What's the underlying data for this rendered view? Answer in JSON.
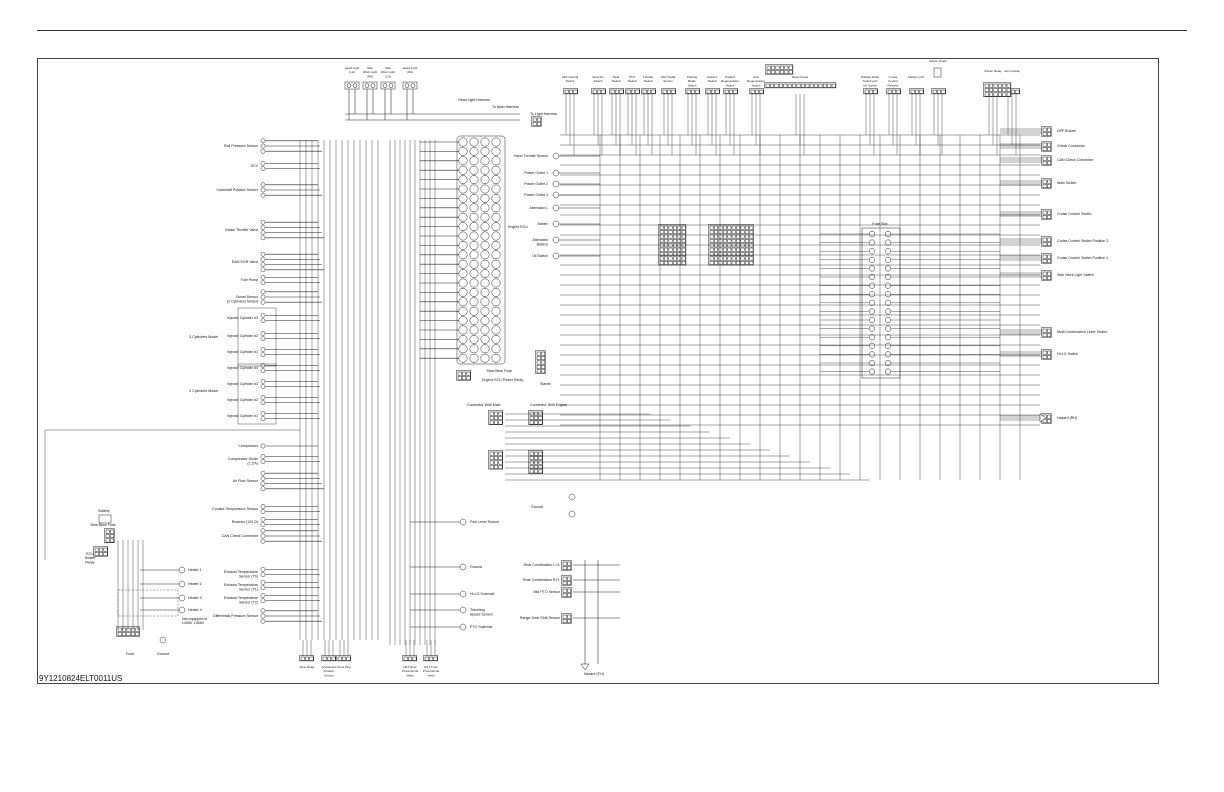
{
  "figure_id": "9Y1210824ELT0011US",
  "left_components": [
    {
      "key": "rail_pressure",
      "label": "Rail Pressure Sensor"
    },
    {
      "key": "scv",
      "label": "SCV"
    },
    {
      "key": "camshaft",
      "label": "Camshaft Position Sensor"
    },
    {
      "key": "intake_throttle",
      "label": "Intake Throttle Valve"
    },
    {
      "key": "egr",
      "label": "EAM EGR Valve"
    },
    {
      "key": "fuel_pump",
      "label": "Fuel Pump"
    },
    {
      "key": "boost",
      "label": "Boost Sensor\n(3 Cylinders Model)"
    },
    {
      "key": "inj3_3",
      "label": "Injector Cylinder #3"
    },
    {
      "key": "inj3_2",
      "label": "Injector Cylinder #2"
    },
    {
      "key": "inj3_1",
      "label": "Injector Cylinder #1"
    },
    {
      "key": "inj4_4",
      "label": "Injector Cylinder #4"
    },
    {
      "key": "inj4_3",
      "label": "Injector Cylinder #3"
    },
    {
      "key": "inj4_2",
      "label": "Injector Cylinder #2"
    },
    {
      "key": "inj4_1",
      "label": "Injector Cylinder #1"
    },
    {
      "key": "compressor",
      "label": "Compressor"
    },
    {
      "key": "comp_diode",
      "label": "Compressor Diode\n(1.5 A)"
    },
    {
      "key": "air_flow",
      "label": "Air Flow Sensor"
    },
    {
      "key": "coolant_temp",
      "label": "Coolant Temperature Sensor"
    },
    {
      "key": "resistor",
      "label": "Resistor (120 Ω)"
    },
    {
      "key": "can_check",
      "label": "CAN Check Connector"
    },
    {
      "key": "exh1",
      "label": "Exhaust Temperature\nSensor (T0)"
    },
    {
      "key": "exh2",
      "label": "Exhaust Temperature\nSensor (T1)"
    },
    {
      "key": "exh3",
      "label": "Exhaust Temperature\nSensor (T2)"
    },
    {
      "key": "diff_pressure",
      "label": "Differential Pressure Sensor"
    }
  ],
  "model_groups": {
    "three": "3 Cylinders Model",
    "four": "4 Cylinders Model"
  },
  "heaters": [
    "Heater 1",
    "Heater 2",
    "Heater 3",
    "Heater 4"
  ],
  "bottom_left": {
    "battery": "Battery",
    "slow_blow": "Slow Blow Fuse",
    "ecu_relay": "ECU\nHeater\nRelay",
    "fuse": "Fuse",
    "ground": "Ground",
    "not_equipped": "Not equipped in\nL4060, L5060"
  },
  "bottom_center": [
    {
      "key": "glow_relay",
      "label": "Glow Relay"
    },
    {
      "key": "accel",
      "label": "Accelerator\nPosition\nSensor"
    },
    {
      "key": "glow_plug",
      "label": "Glow Plug"
    },
    {
      "key": "hst_rear",
      "label": "HST Rear\nProportional\nValve"
    },
    {
      "key": "hst_front",
      "label": "HST Front\nProportional\nValve"
    }
  ],
  "top_left": [
    {
      "key": "head_lh",
      "label": "Head Light\n(LH)"
    },
    {
      "key": "side_rh",
      "label": "Side\nWork Light\n(RH)"
    },
    {
      "key": "side_lh",
      "label": "Side\nWork Light\n(LH)"
    },
    {
      "key": "head_rh",
      "label": "Head Light\n(RH)"
    }
  ],
  "harness": {
    "head_light": "Head Light Harness",
    "to_main": "To Main Harness",
    "to_light": "To Light Harness"
  },
  "engine_ecu": "Engine ECU",
  "ecu_power_relay": "Engine ECU Power Relay",
  "connector_main": "Connector With Main",
  "connector_engine": "Connector With Engine",
  "slow_blow_fuse": "Slow Blow Fuse",
  "starter_mid": "Starter",
  "center_components": [
    {
      "key": "hand_throttle",
      "label": "Hand Throttle Sensor"
    },
    {
      "key": "outlet1",
      "label": "Power Outlet 1"
    },
    {
      "key": "outlet2",
      "label": "Power Outlet 2"
    },
    {
      "key": "outlet3",
      "label": "Power Outlet 3"
    },
    {
      "key": "alternator_l",
      "label": "Alternator L"
    },
    {
      "key": "starter",
      "label": "Starter"
    },
    {
      "key": "alternator",
      "label": "Alternator\nBattery"
    },
    {
      "key": "oil",
      "label": "Oil Switch"
    }
  ],
  "center_lower": [
    {
      "key": "fuel_level",
      "label": "Fuel Level Sensor"
    },
    {
      "key": "ground_c",
      "label": "Ground"
    },
    {
      "key": "hilo_sol",
      "label": "Hi-LO Solenoid"
    },
    {
      "key": "speed",
      "label": "Traveling\nSpeed Sensor"
    },
    {
      "key": "pto_sol",
      "label": "PTO Solenoid"
    },
    {
      "key": "ground_r",
      "label": "Ground"
    }
  ],
  "rear_lower": [
    {
      "key": "rear_lh",
      "label": "Rear Combination L.H."
    },
    {
      "key": "rear_rh",
      "label": "Rear Combination R.H."
    },
    {
      "key": "mid_pto",
      "label": "Mid PTO Sensor"
    },
    {
      "key": "range",
      "label": "Range Gear Shift Sensor"
    },
    {
      "key": "hazard",
      "label": "Hazard (F.H)"
    }
  ],
  "top_switches": [
    {
      "key": "hst_neutral",
      "label": "HST Neutral\nSwitch"
    },
    {
      "key": "seat",
      "label": "Seat Sw\nSwitch"
    },
    {
      "key": "seat2",
      "label": "Seat\nSwitch"
    },
    {
      "key": "pto",
      "label": "PTO\nSwitch"
    },
    {
      "key": "throttle",
      "label": "Throttle\nSwitch"
    },
    {
      "key": "hst_pedal",
      "label": "HST Pedal\nSensor"
    },
    {
      "key": "parking",
      "label": "Parking\nBrake\nSwitch"
    },
    {
      "key": "hazard_sw",
      "label": "Hazard\nSwitch"
    },
    {
      "key": "parked_regen",
      "label": "Parked\nRegeneration\nSwitch"
    },
    {
      "key": "auto_regen",
      "label": "Auto\nRegeneration\nSwitch"
    },
    {
      "key": "meter",
      "label": "Meter Panel"
    },
    {
      "key": "display",
      "label": "Display Mode\nSwitch and\nUK Switch"
    },
    {
      "key": "cruise_release",
      "label": "Cruise\nControl\nRelease\nSwitch"
    },
    {
      "key": "flasher",
      "label": "Flasher Unit"
    },
    {
      "key": "starter_relay_top",
      "label": "Starter Relay"
    },
    {
      "key": "lamp_relay",
      "label": "Lamp Relay"
    },
    {
      "key": "starter_diode",
      "label": "Starter Diode"
    }
  ],
  "fuse_box": "Fuse Box",
  "right_components": [
    {
      "key": "dpf",
      "label": "DPF Buzzer"
    },
    {
      "key": "check",
      "label": "Check Connector"
    },
    {
      "key": "can_check_r",
      "label": "CAN Check Connector"
    },
    {
      "key": "main_sw",
      "label": "Main Switch"
    },
    {
      "key": "cruise",
      "label": "Cruise Control Switch"
    },
    {
      "key": "cruise2",
      "label": "Cruise Control Switch Position 2"
    },
    {
      "key": "cruise1",
      "label": "Cruise Control Switch Position 1"
    },
    {
      "key": "side_work",
      "label": "Side Work Light Switch"
    },
    {
      "key": "multi",
      "label": "Multi Combination Lever Switch"
    },
    {
      "key": "hilo_sw",
      "label": "HI-LO Switch"
    },
    {
      "key": "hazard_rh",
      "label": "Hazard (RH)"
    }
  ]
}
